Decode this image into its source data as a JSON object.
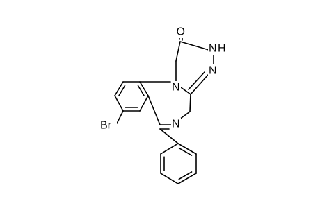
{
  "structure": {
    "atoms": [
      {
        "id": "O",
        "label": "O"
      },
      {
        "id": "NH",
        "label": "N"
      },
      {
        "id": "NH_H",
        "label": "H"
      },
      {
        "id": "N3",
        "label": "N"
      },
      {
        "id": "N1",
        "label": "N"
      },
      {
        "id": "N_im",
        "label": "N"
      },
      {
        "id": "Br",
        "label": "Br"
      }
    ],
    "colors": {
      "bond": "#000000",
      "label": "#000000",
      "background": "#ffffff"
    }
  }
}
